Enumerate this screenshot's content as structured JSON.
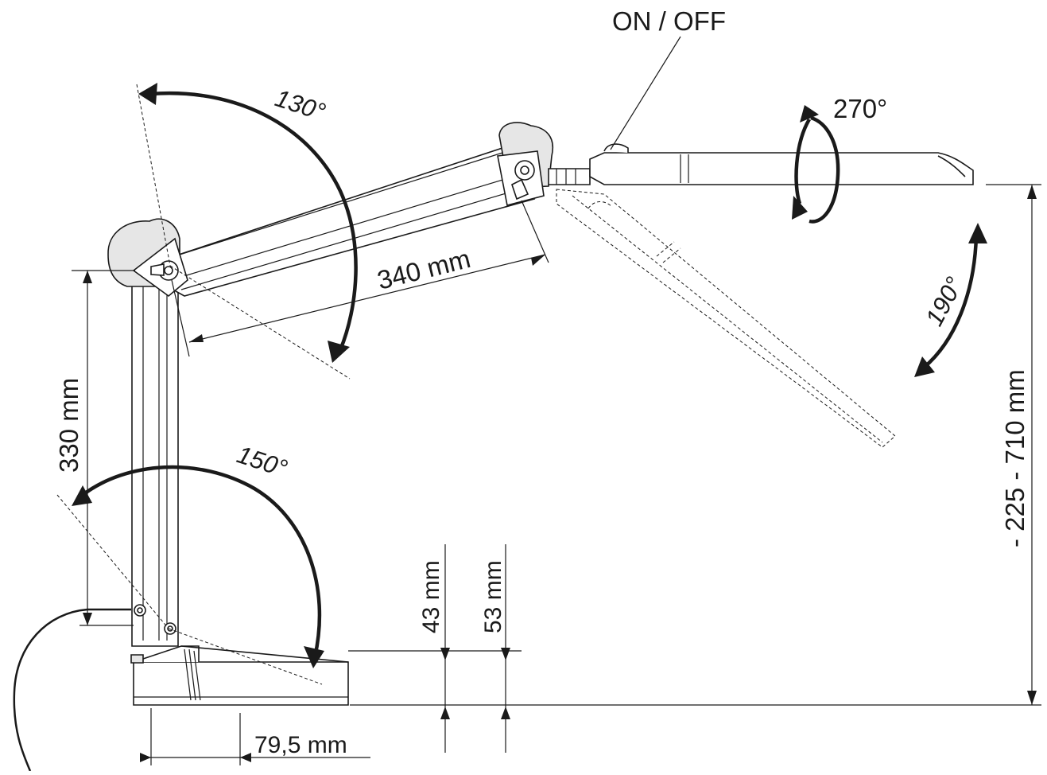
{
  "labels": {
    "switch": "ON / OFF",
    "head_rotation": "270°",
    "upper_joint_angle": "130°",
    "head_tilt_angle": "190°",
    "base_joint_angle": "150°",
    "upper_arm_length": "340 mm",
    "lower_arm_length": "330 mm",
    "height_range": "- 225 - 710 mm",
    "base_height_small": "43 mm",
    "base_height_large": "53 mm",
    "base_offset": "79,5 mm"
  },
  "icons": {
    "rotation_arrows": "curved-arrow-icon",
    "joint_knobs": "wing-knob-icon"
  },
  "colors": {
    "line": "#1a1a1a",
    "background": "#ffffff"
  }
}
